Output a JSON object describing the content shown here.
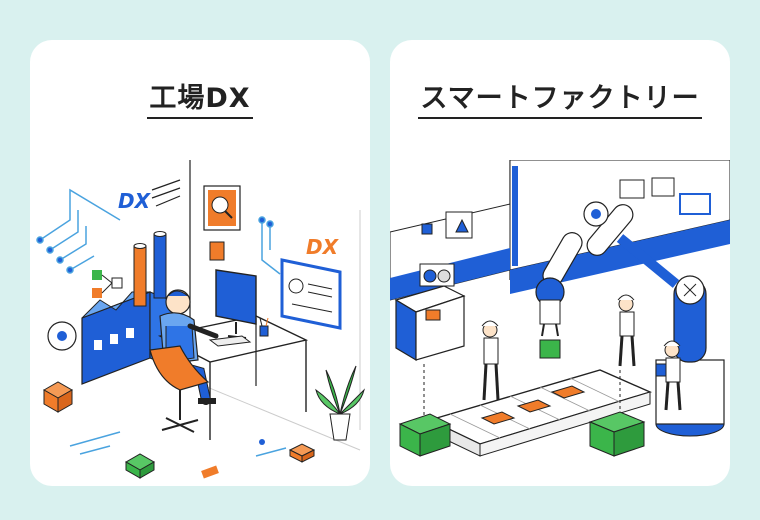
{
  "cards": [
    {
      "title": "工場DX",
      "labels": {
        "dx_blue": "DX",
        "dx_orange": "DX"
      }
    },
    {
      "title": "スマートファクトリー"
    }
  ],
  "colors": {
    "background": "#d9f1ef",
    "card": "#ffffff",
    "blue": "#1f5fd6",
    "orange": "#f07c2a",
    "green": "#3bb54a",
    "ink": "#222222"
  }
}
